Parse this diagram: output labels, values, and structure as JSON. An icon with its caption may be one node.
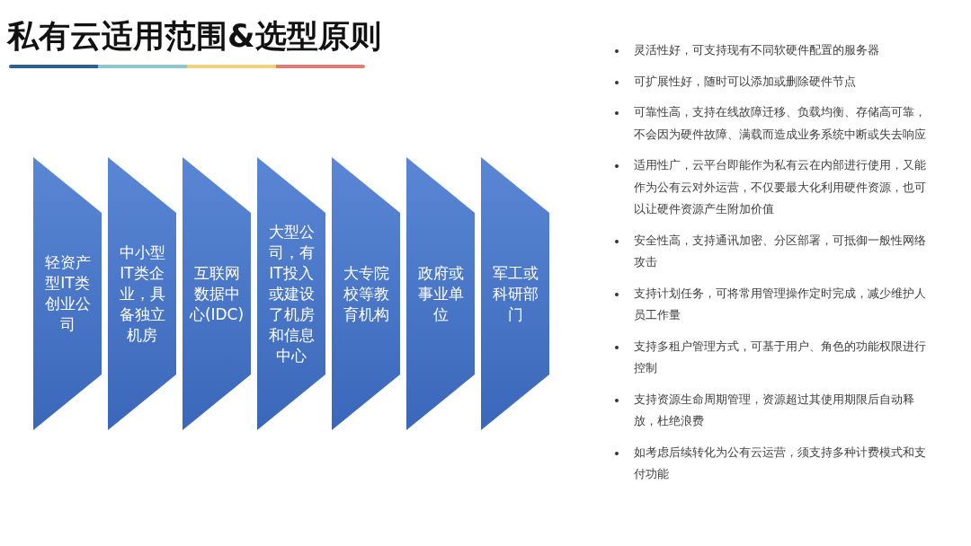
{
  "diagram": {
    "title": "私有云适用范围&选型原则",
    "nodes": [
      {
        "text": [
          "轻资产型IT类创业公司"
        ]
      },
      {
        "text": [
          "中小型IT类企业，具备独立机房"
        ]
      },
      {
        "text": [
          "互联网数据中心(IDC)"
        ]
      },
      {
        "text": [
          "大型公司，有IT投入或建设了机房和信息中心"
        ]
      },
      {
        "text": [
          "大专院校等教育机构"
        ]
      },
      {
        "text": [
          "政府或事业单位"
        ]
      },
      {
        "text": [
          "军工或科研部门"
        ]
      }
    ],
    "labels": [
      "灵活性好，可支持现有不同软硬件配置的服务器",
      "可扩展性好，随时可以添加或删除硬件节点",
      "可靠性高，支持在线故障迁移、负载均衡、存储高可靠，不会因为硬件故障、满载而造成业务系统中断或失去响应",
      "适用性广，云平台即能作为私有云在内部进行使用，又能作为公有云对外运营，不仅要最大化利用硬件资源，也可以让硬件资源产生附加价值",
      "安全性高，支持通讯加密、分区部署，可抵御一般性网络攻击",
      "支持计划任务，可将常用管理操作定时完成，减少维护人员工作量",
      "支持多租户管理方式，可基于用户、角色的功能权限进行控制",
      "支持资源生命周期管理，资源超过其使用期限后自动释放，杜绝浪费",
      "如考虑后续转化为公有云运营，须支持多种计费模式和支付功能"
    ]
  }
}
